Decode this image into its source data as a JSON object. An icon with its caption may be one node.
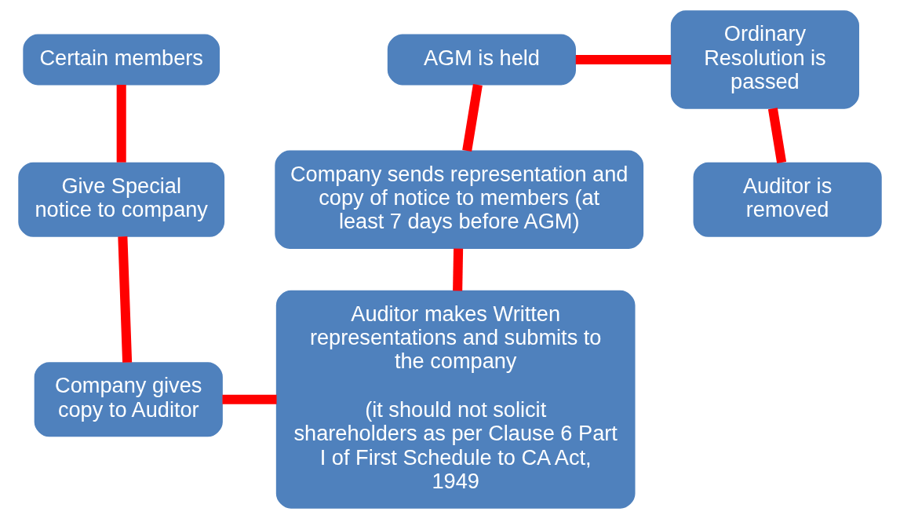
{
  "diagram": {
    "nodes": [
      {
        "text": [
          "Certain members"
        ]
      },
      {
        "text": [
          "Give Special notice to company"
        ]
      },
      {
        "text": [
          "Company gives copy to Auditor"
        ]
      },
      {
        "text": [
          "Auditor makes Written representations and submits to the company",
          "(it should not solicit shareholders as per Clause 6 Part I of First Schedule to CA Act, 1949"
        ]
      },
      {
        "text": [
          "Company sends representation and copy of notice to members (at least 7 days before AGM)"
        ]
      },
      {
        "text": [
          "AGM is held"
        ]
      },
      {
        "text": [
          "Ordinary Resolution is passed"
        ]
      },
      {
        "text": [
          "Auditor is removed"
        ]
      }
    ],
    "edges": [
      {
        "from": 0,
        "to": 1,
        "arrow": "none"
      },
      {
        "from": 1,
        "to": 2,
        "arrow": "none"
      },
      {
        "from": 2,
        "to": 3,
        "arrow": "none"
      },
      {
        "from": 4,
        "to": 3,
        "arrow": "none"
      },
      {
        "from": 5,
        "to": 4,
        "arrow": "none"
      },
      {
        "from": 5,
        "to": 6,
        "arrow": "none"
      },
      {
        "from": 6,
        "to": 7,
        "arrow": "none"
      }
    ]
  }
}
